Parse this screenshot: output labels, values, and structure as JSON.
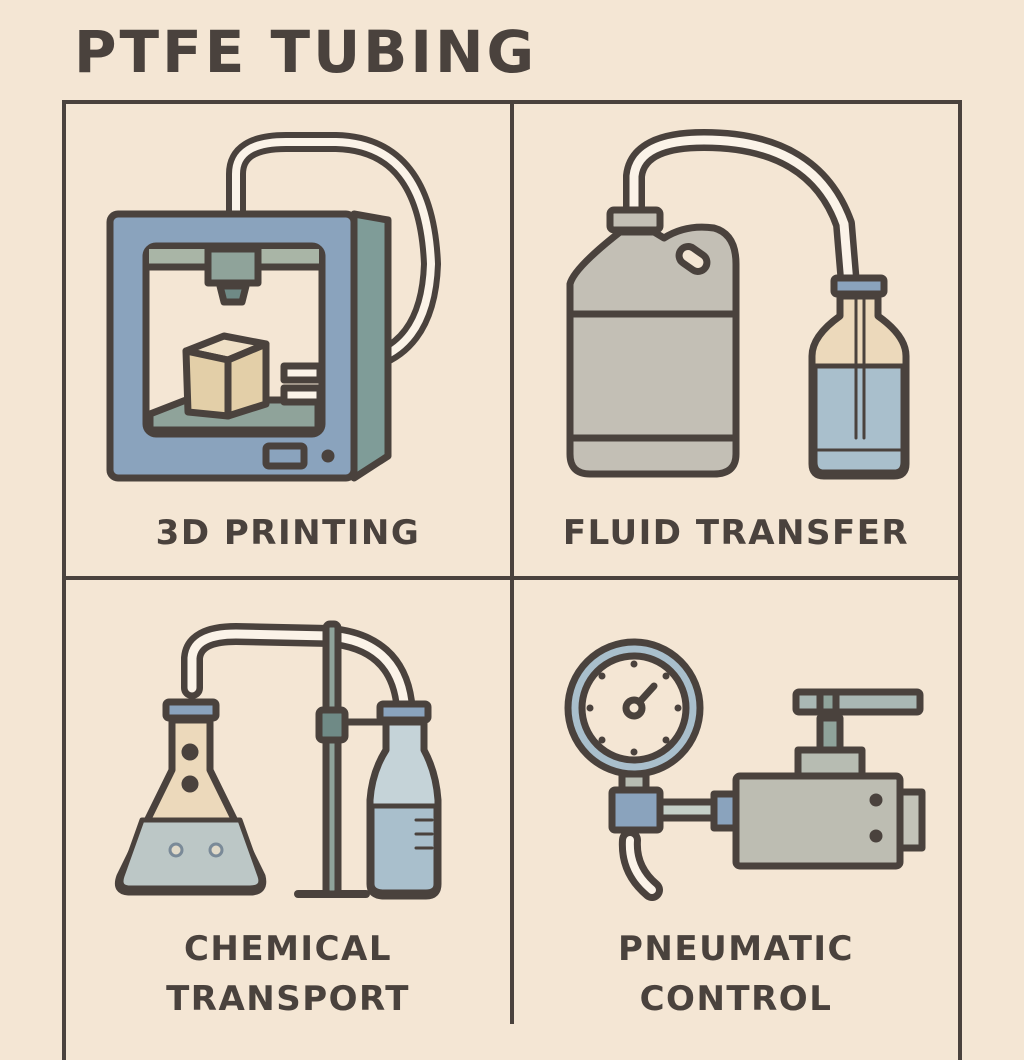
{
  "title": "PTFE TUBING",
  "panels": [
    {
      "id": "3d-printing",
      "label": "3D PRINTING",
      "icon": "3d-printer-icon"
    },
    {
      "id": "fluid-transfer",
      "label": "FLUID TRANSFER",
      "icon": "jug-and-bottle-icon"
    },
    {
      "id": "chemical-transport",
      "label_line1": "CHEMICAL",
      "label_line2": "TRANSPORT",
      "icon": "flask-and-bottle-on-stand-icon"
    },
    {
      "id": "pneumatic-control",
      "label_line1": "PNEUMATIC",
      "label_line2": "CONTROL",
      "icon": "pressure-gauge-and-valve-icon"
    }
  ],
  "colors": {
    "background": "#f4e6d4",
    "outline": "#4a423d",
    "printer_blue": "#8aa3bd",
    "sage": "#8fa39a",
    "cube": "#e3cfa8",
    "container_gray": "#c3bfb5",
    "liquid_blue": "#a9bfcc",
    "tube_white": "#fbf3e8"
  }
}
